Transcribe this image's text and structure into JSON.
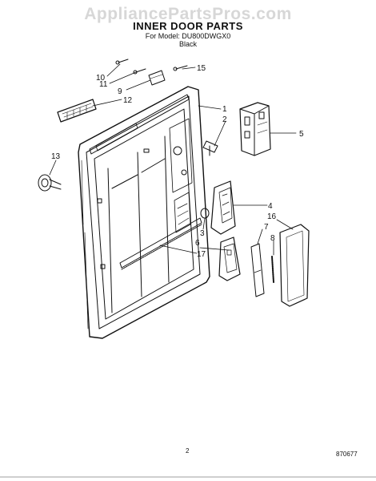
{
  "watermark": "AppliancePartsPros.com",
  "header": {
    "title": "INNER DOOR PARTS",
    "model": "For Model: DU800DWGX0",
    "color": "Black"
  },
  "callouts": [
    {
      "id": "c1",
      "label": "1"
    },
    {
      "id": "c2",
      "label": "2"
    },
    {
      "id": "c3",
      "label": "3"
    },
    {
      "id": "c4",
      "label": "4"
    },
    {
      "id": "c5",
      "label": "5"
    },
    {
      "id": "c6",
      "label": "6"
    },
    {
      "id": "c7",
      "label": "7"
    },
    {
      "id": "c8",
      "label": "8"
    },
    {
      "id": "c9",
      "label": "9"
    },
    {
      "id": "c10",
      "label": "10"
    },
    {
      "id": "c11",
      "label": "11"
    },
    {
      "id": "c12",
      "label": "12"
    },
    {
      "id": "c13",
      "label": "13"
    },
    {
      "id": "c15",
      "label": "15"
    },
    {
      "id": "c16",
      "label": "16"
    },
    {
      "id": "c17",
      "label": "17"
    }
  ],
  "footer": {
    "page": "2",
    "code": "870677"
  }
}
